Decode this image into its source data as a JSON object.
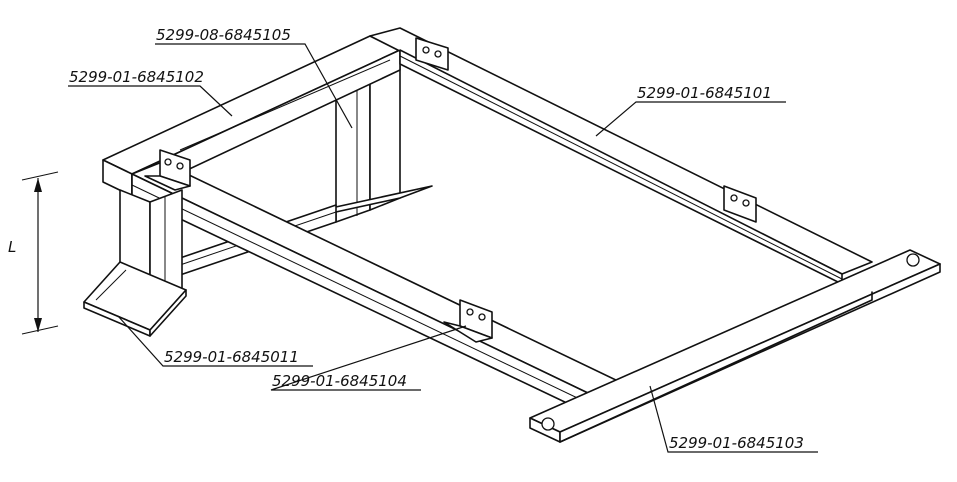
{
  "labels": {
    "part_6845105": "5299-08-6845105",
    "part_6845102": "5299-01-6845102",
    "part_6845101": "5299-01-6845101",
    "part_6845011": "5299-01-6845011",
    "part_6845104": "5299-01-6845104",
    "part_6845103": "5299-01-6845103",
    "dimension_l": "L"
  }
}
